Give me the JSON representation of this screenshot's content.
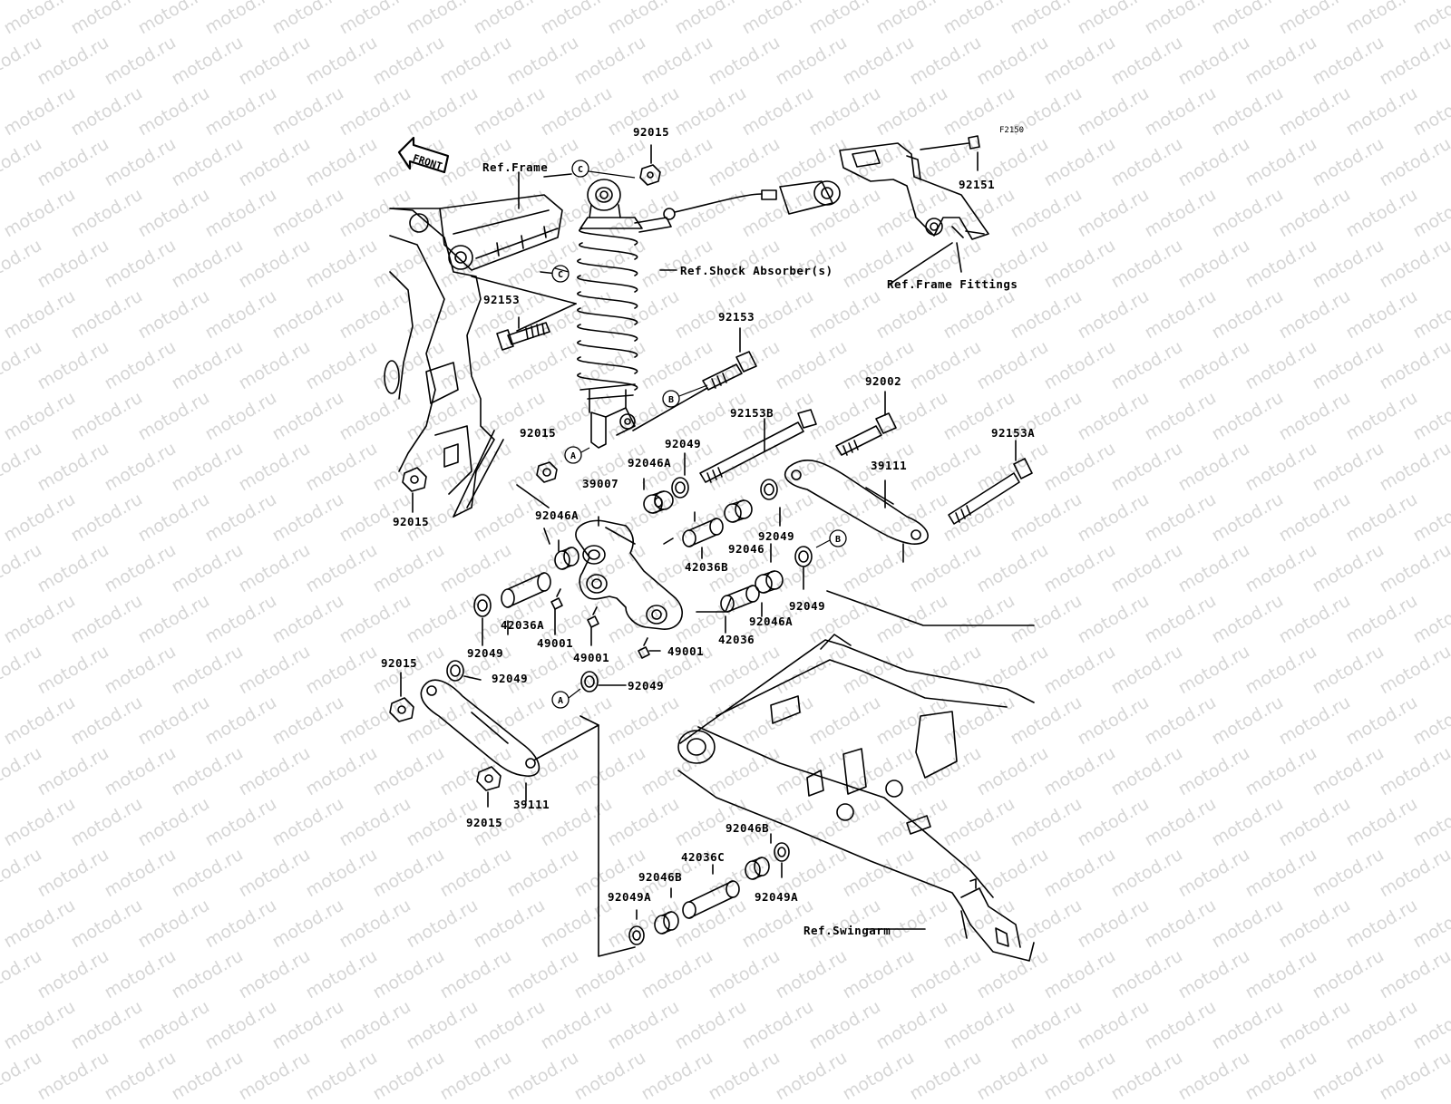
{
  "diagram": {
    "figure_code": "F2150",
    "front_arrow": "FRONT",
    "watermark": "motod.ru",
    "references": {
      "frame": "Ref.Frame",
      "shock_absorber": "Ref.Shock Absorber(s)",
      "frame_fittings": "Ref.Frame Fittings",
      "swingarm": "Ref.Swingarm"
    },
    "callouts": {
      "a": "A",
      "b": "B",
      "c": "C"
    },
    "parts": {
      "p92015_top": "92015",
      "p92151": "92151",
      "p92153_left": "92153",
      "p92153_mid": "92153",
      "p92015_shock": "92015",
      "p92015_frame": "92015",
      "p92049_1": "92049",
      "p92153B": "92153B",
      "p92002": "92002",
      "p92153A": "92153A",
      "p92046A_1": "92046A",
      "p39111_top": "39111",
      "p39007": "39007",
      "p92046A_2": "92046A",
      "p42036B": "42036B",
      "p92046": "92046",
      "p92049_2": "92049",
      "p92049_3": "92049",
      "p42036A": "42036A",
      "p92046A_3": "92046A",
      "p42036": "42036",
      "p49001_1": "49001",
      "p49001_2": "49001",
      "p49001_3": "49001",
      "p92049_4": "92049",
      "p92015_link": "92015",
      "p92049_5": "92049",
      "p92049_6": "92049",
      "p39111_bot": "39111",
      "p92015_bot": "92015",
      "p92046B_1": "92046B",
      "p42036C": "42036C",
      "p92046B_2": "92046B",
      "p92049A_1": "92049A",
      "p92049A_2": "92049A"
    }
  }
}
